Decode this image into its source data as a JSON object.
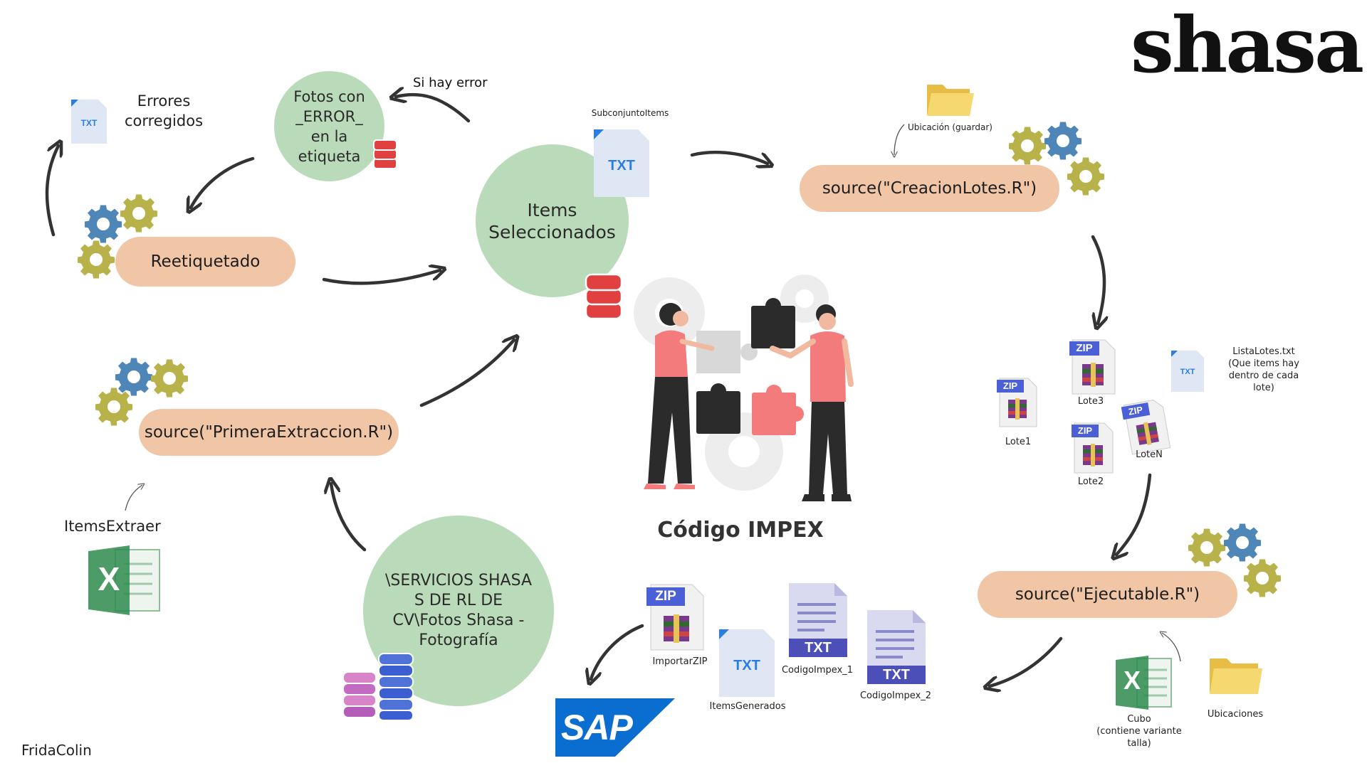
{
  "brand": {
    "logo": "shasa"
  },
  "author": "FridaColin",
  "center_title": "Código IMPEX",
  "nodes": {
    "items_seleccionados": "Items\nSeleccionados",
    "fotos_error": "Fotos con\n_ERROR_\nen la\netiqueta",
    "servicios": "\\SERVICIOS SHASA\nS DE RL DE\nCV\\Fotos Shasa -\nFotografía",
    "reetiquetado": "Reetiquetado",
    "primera_extraccion": "source(\"PrimeraExtraccion.R\")",
    "creacion_lotes": "source(\"CreacionLotes.R\")",
    "ejecutable": "source(\"Ejecutable.R\")"
  },
  "labels": {
    "si_hay_error": "Si hay error",
    "errores_corregidos": "Errores\ncorregidos",
    "subconjunto_items": "SubconjuntoItems",
    "ubicacion_guardar": "Ubicación (guardar)",
    "items_extraer": "ItemsExtraer",
    "lote1": "Lote1",
    "lote2": "Lote2",
    "lote3": "Lote3",
    "loten": "LoteN",
    "lista_lotes": "ListaLotes.txt\n(Que items hay\ndentro de cada\nlote)",
    "importar_zip": "ImportarZIP",
    "items_generados": "ItemsGenerados",
    "codigo_impex_1": "CodigoImpex_1",
    "codigo_impex_2": "CodigoImpex_2",
    "cubo": "Cubo\n(contiene variante\ntalla)",
    "ubicaciones": "Ubicaciones",
    "sap": "SAP"
  },
  "file_badges": {
    "txt": "TXT",
    "zip": "ZIP",
    "excel": "X"
  },
  "colors": {
    "pill": "#f0c6a6",
    "circle": "#b9dbb9",
    "gear_blue": "#4f86b8",
    "gear_olive": "#b7b24a",
    "db_red": "#e04040",
    "sap_blue": "#0a6ed1",
    "txt_bg": "#dfe7f5",
    "txt_blue": "#2b7de0",
    "zip_bar": "#4b5fd6",
    "doc_purple": "#4d4fb8",
    "folder": "#f4d46a",
    "excel_green": "#2e8b4e"
  }
}
